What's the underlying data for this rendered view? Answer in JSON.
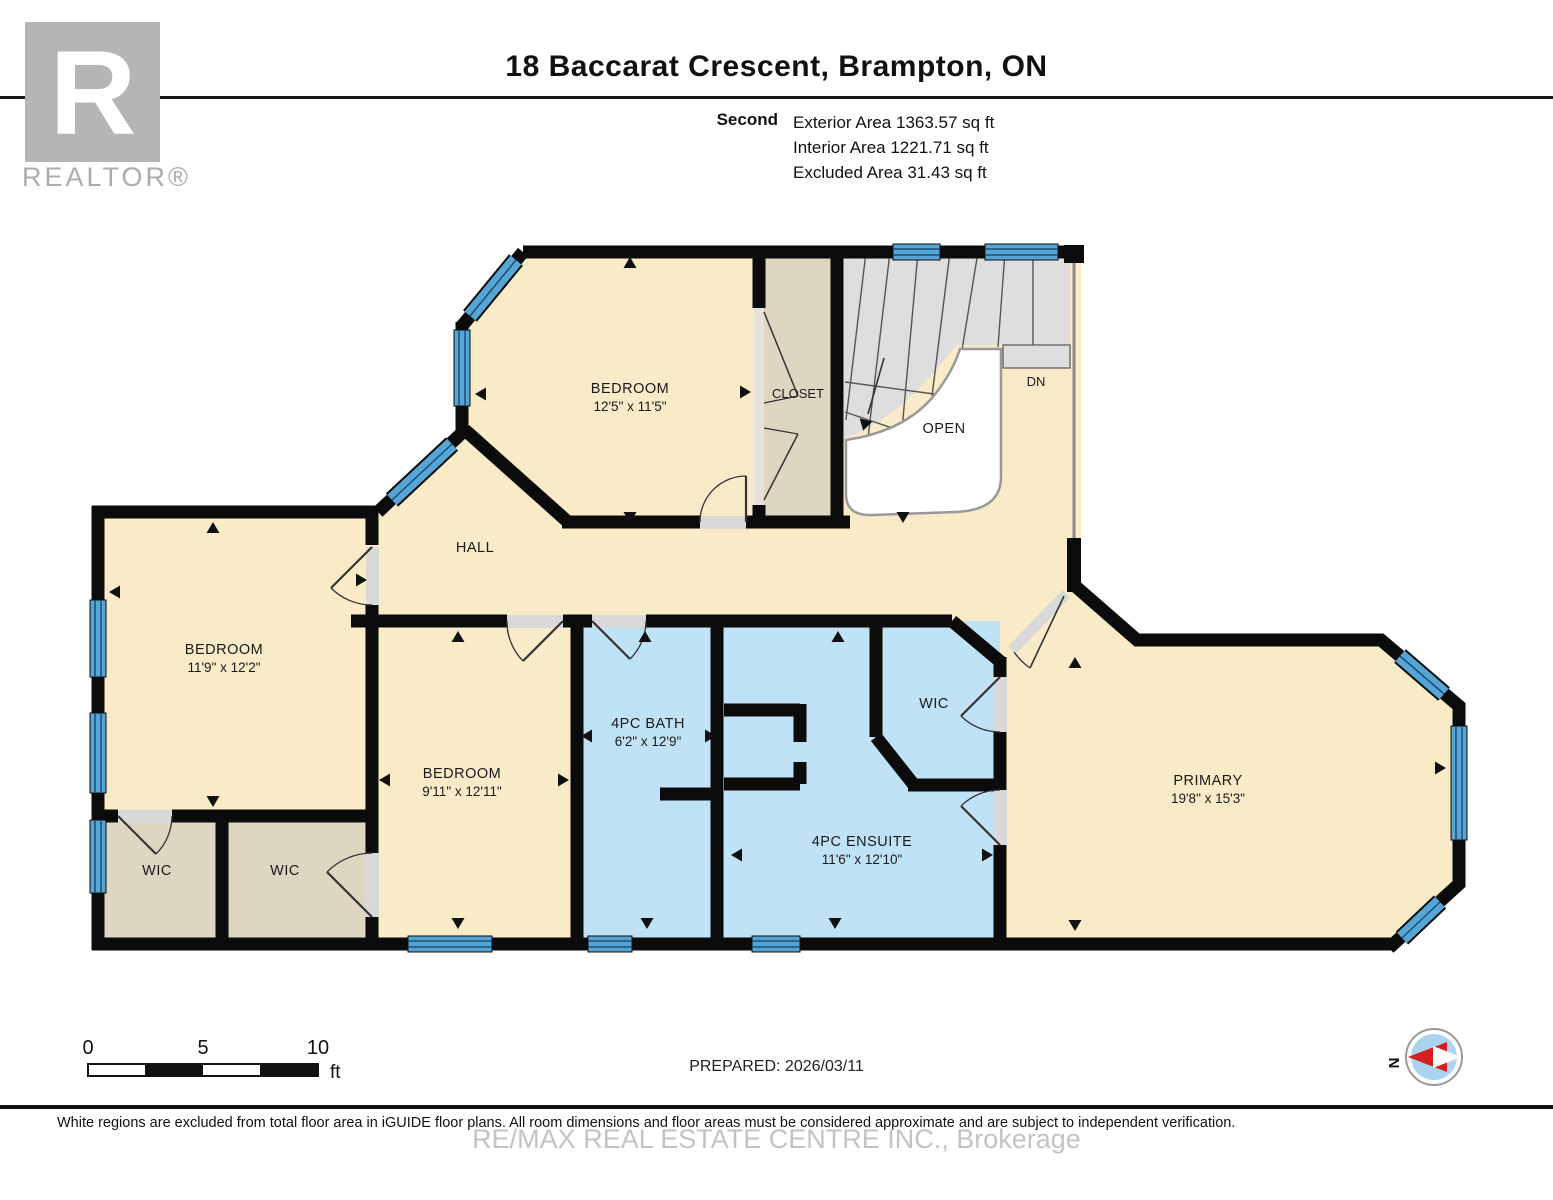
{
  "header": {
    "title": "18 Baccarat Crescent, Brampton, ON",
    "floor_label": "Second",
    "area_exterior": "Exterior Area 1363.57 sq ft",
    "area_interior": "Interior Area 1221.71 sq ft",
    "area_excluded": "Excluded Area 31.43 sq ft",
    "logo_letter": "R",
    "logo_text": "REALTOR®"
  },
  "rooms": {
    "bedroom_top": {
      "name": "BEDROOM",
      "dims": "12'5\" x 11'5\""
    },
    "closet": {
      "name": "CLOSET"
    },
    "stairs": {
      "dn": "DN",
      "open": "OPEN"
    },
    "hall": {
      "name": "HALL"
    },
    "bedroom_left": {
      "name": "BEDROOM",
      "dims": "11'9\" x 12'2\""
    },
    "bedroom_mid": {
      "name": "BEDROOM",
      "dims": "9'11\" x 12'11\""
    },
    "bath": {
      "name": "4PC BATH",
      "dims": "6'2\" x 12'9\""
    },
    "ensuite": {
      "name": "4PC ENSUITE",
      "dims": "11'6\" x 12'10\""
    },
    "wic_left1": {
      "name": "WIC"
    },
    "wic_left2": {
      "name": "WIC"
    },
    "wic_primary": {
      "name": "WIC"
    },
    "primary": {
      "name": "PRIMARY",
      "dims": "19'8\" x 15'3\""
    }
  },
  "footer": {
    "scale": {
      "tick0": "0",
      "tick5": "5",
      "tick10": "10",
      "unit": "ft"
    },
    "prepared": "PREPARED: 2026/03/11",
    "compass_north": "N",
    "disclaimer": "White regions are excluded from total floor area in iGUIDE floor plans. All room dimensions and floor areas must be considered approximate and are subject to independent verification.",
    "watermark": "RE/MAX REAL ESTATE CENTRE INC., Brokerage"
  },
  "colors": {
    "wall": "#0b0b0b",
    "floor_cream": "#F9EBC7",
    "room_blue": "#BFE2F6",
    "closet_tan": "#DFD6C2",
    "stairs_gray": "#DEDEDE",
    "window_blue": "#55A5D6",
    "compass_red": "#D62020",
    "compass_blue": "#A9D3EE"
  }
}
